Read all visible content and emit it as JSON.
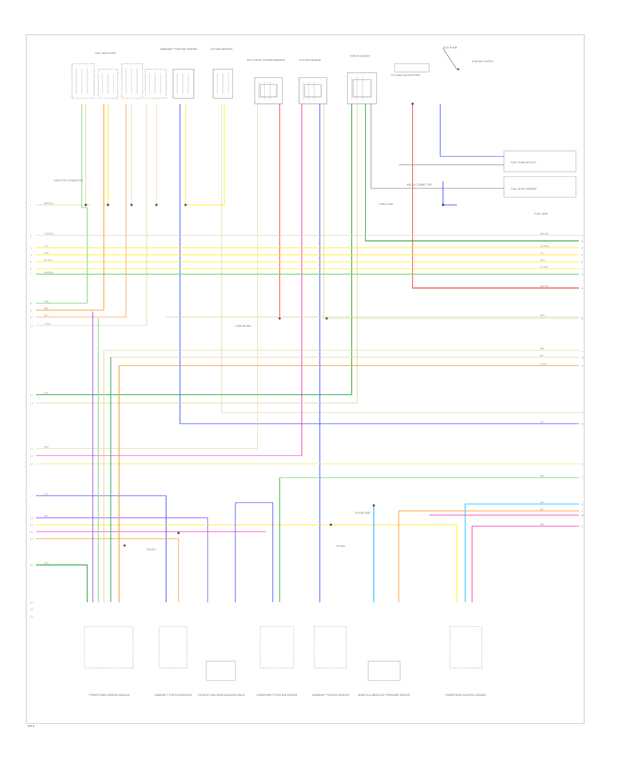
{
  "diagram": {
    "footer_code": "W7.1",
    "wire_colors": {
      "tan": "#e6d9a8",
      "orange": "#ff9b33",
      "yellow": "#ffef2a",
      "green": "#2aa83a",
      "light_green": "#78d67a",
      "red": "#ff3333",
      "pink": "#ff44c0",
      "blue": "#4a60ff",
      "light_blue": "#2ac6ff",
      "violet": "#9a55ff",
      "white": "#d9d9d9",
      "grey": "#9a9a9a",
      "black": "#222222"
    },
    "top_components": [
      {
        "label": "FUEL INJECTORS"
      },
      {
        "label": "CAMSHAFT POSITION SENSOR"
      },
      {
        "label": "OXYGEN SENSOR"
      },
      {
        "label": "LEFT FRONT OXYGEN SENSOR"
      },
      {
        "label": "OXYGEN SENSOR"
      },
      {
        "label": "THROTTLE BODY"
      },
      {
        "label": "TO CABIN AIR BOOSTER"
      },
      {
        "label": "FUEL PUMP"
      }
    ],
    "right_boxes": [
      {
        "label": "FUEL PUMP MODULE"
      },
      {
        "label": "FUEL LEVEL SENDER"
      },
      {
        "label": "FUEL TANK"
      }
    ],
    "bottom_components": [
      {
        "label": "POWERTRAIN CONTROL MODULE"
      },
      {
        "label": "CAMSHAFT POSITION SENSOR"
      },
      {
        "label": "EXHAUST GAS RECIRCULATION VALVE"
      },
      {
        "label": "CRANKSHAFT POSITION SENSOR"
      },
      {
        "label": "CAMSHAFT POSITION SENSOR"
      },
      {
        "label": "MANIFOLD ABSOLUTE PRESSURE SENSOR"
      },
      {
        "label": "POWERTRAIN CONTROL MODULE"
      }
    ],
    "annotations": [
      {
        "label": "INJECTOR CONNECTOR"
      },
      {
        "label": "FUEL PUMP"
      },
      {
        "label": "RELAY CONNECTOR"
      },
      {
        "label": "FUSE BLOCK"
      },
      {
        "label": "IGNITION SWITCH"
      },
      {
        "label": "SPLICE"
      },
      {
        "label": "SPLICE"
      },
      {
        "label": "TO IGN FUSE"
      }
    ],
    "left_connectors": [
      "1",
      "2",
      "3",
      "4",
      "5",
      "6",
      "7",
      "8",
      "9",
      "10",
      "11",
      "12",
      "13",
      "14",
      "15",
      "16",
      "17",
      "18",
      "19",
      "20",
      "21",
      "22",
      "23",
      "24",
      "25"
    ],
    "right_connectors": [
      "A",
      "B",
      "C",
      "D",
      "E",
      "F",
      "G",
      "H",
      "J",
      "K",
      "L",
      "M",
      "N",
      "P",
      "R",
      "S",
      "T",
      "U",
      "V",
      "W",
      "X"
    ],
    "wire_texts": [
      "BRN/YEL",
      "YEL/RED",
      "YEL",
      "GRN",
      "DK GRN",
      "WHT/BLK",
      "ORG",
      "PNK",
      "BLU",
      "LT BLU",
      "VIO",
      "RED",
      "TAN",
      "BLK",
      "GRY"
    ]
  }
}
